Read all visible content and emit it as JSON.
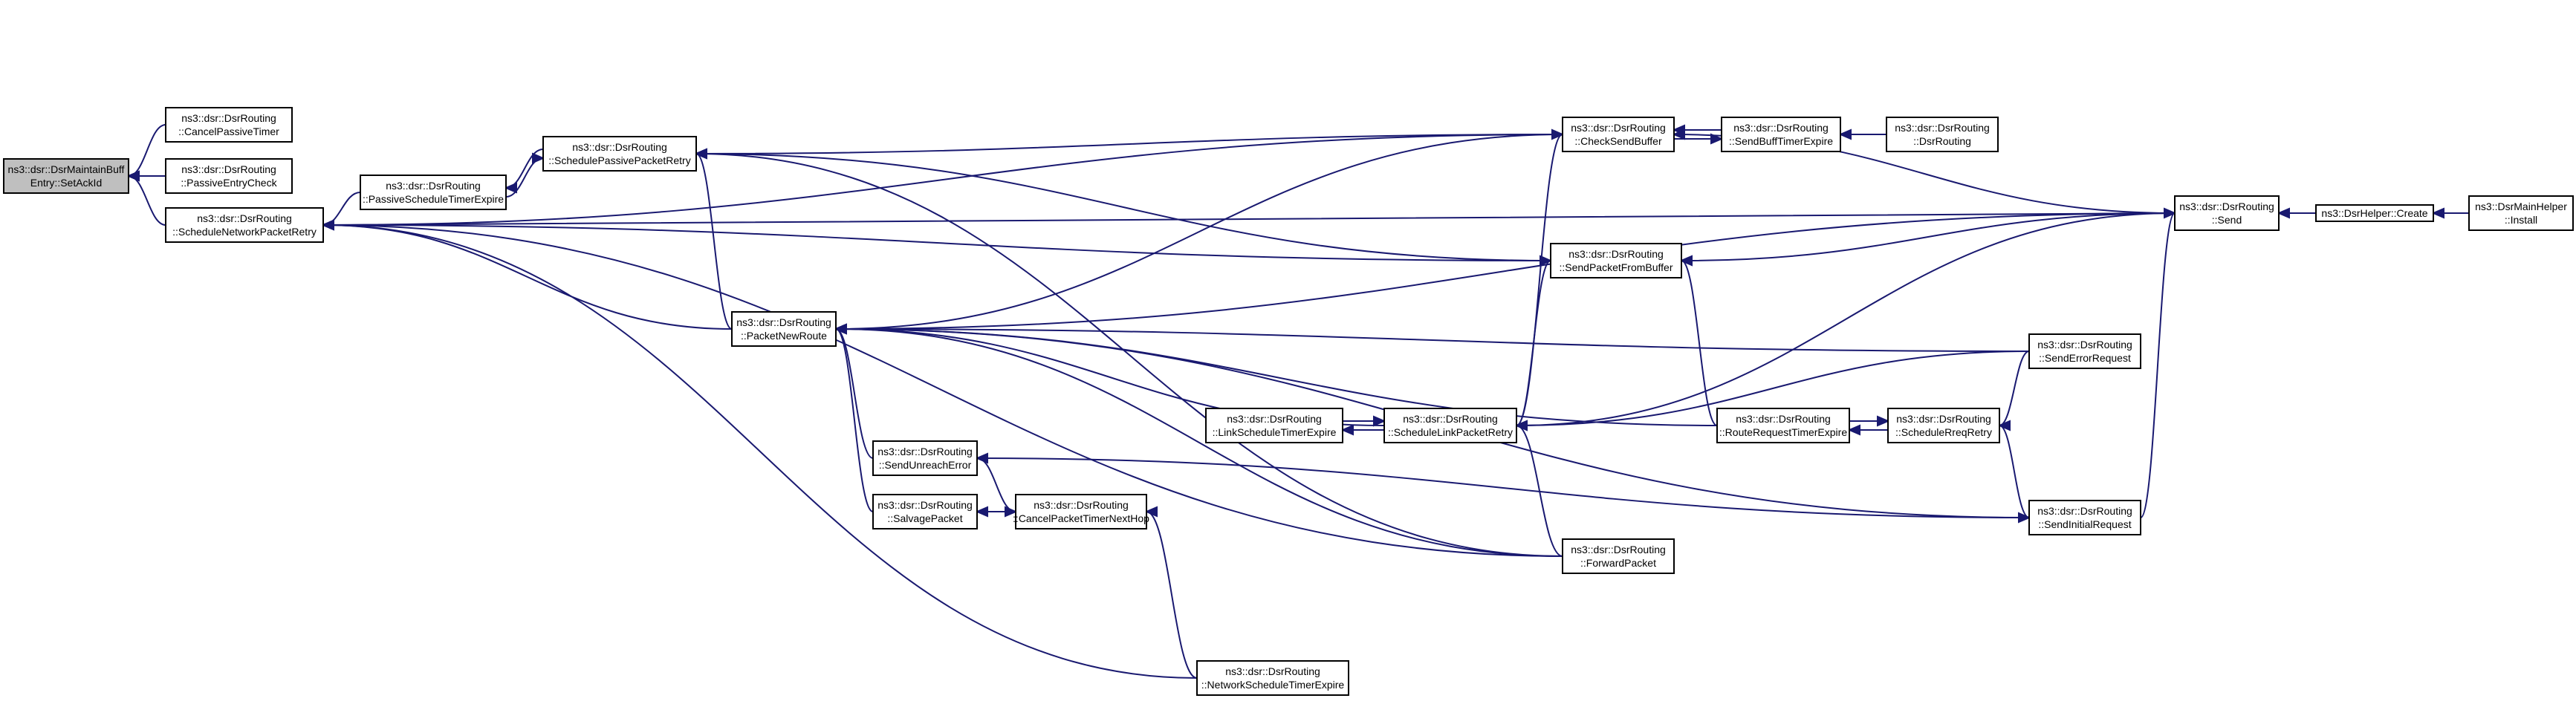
{
  "colors": {
    "edge": "#191970",
    "node_border": "#000000",
    "root_fill": "#bfbfbf",
    "node_fill": "#ffffff"
  },
  "nodes": [
    {
      "id": "setackid",
      "lines": [
        "ns3::dsr::DsrMaintainBuff",
        "Entry::SetAckId"
      ],
      "root": true
    },
    {
      "id": "cancelpassive",
      "lines": [
        "ns3::dsr::DsrRouting",
        "::CancelPassiveTimer"
      ]
    },
    {
      "id": "passiveentry",
      "lines": [
        "ns3::dsr::DsrRouting",
        "::PassiveEntryCheck"
      ]
    },
    {
      "id": "schednet",
      "lines": [
        "ns3::dsr::DsrRouting",
        "::ScheduleNetworkPacketRetry"
      ]
    },
    {
      "id": "passivesched",
      "lines": [
        "ns3::dsr::DsrRouting",
        "::PassiveScheduleTimerExpire"
      ]
    },
    {
      "id": "schedpassive",
      "lines": [
        "ns3::dsr::DsrRouting",
        "::SchedulePassivePacketRetry"
      ]
    },
    {
      "id": "packetnewroute",
      "lines": [
        "ns3::dsr::DsrRouting",
        "::PacketNewRoute"
      ]
    },
    {
      "id": "sendunreach",
      "lines": [
        "ns3::dsr::DsrRouting",
        "::SendUnreachError"
      ]
    },
    {
      "id": "salvage",
      "lines": [
        "ns3::dsr::DsrRouting",
        "::SalvagePacket"
      ]
    },
    {
      "id": "canceltimernext",
      "lines": [
        "ns3::dsr::DsrRouting",
        "::CancelPacketTimerNextHop"
      ]
    },
    {
      "id": "linktimer",
      "lines": [
        "ns3::dsr::DsrRouting",
        "::LinkScheduleTimerExpire"
      ]
    },
    {
      "id": "schedlink",
      "lines": [
        "ns3::dsr::DsrRouting",
        "::ScheduleLinkPacketRetry"
      ]
    },
    {
      "id": "netschedtimer",
      "lines": [
        "ns3::dsr::DsrRouting",
        "::NetworkScheduleTimerExpire"
      ]
    },
    {
      "id": "checksend",
      "lines": [
        "ns3::dsr::DsrRouting",
        "::CheckSendBuffer"
      ]
    },
    {
      "id": "sendbufftimer",
      "lines": [
        "ns3::dsr::DsrRouting",
        "::SendBuffTimerExpire"
      ]
    },
    {
      "id": "dsrrouting",
      "lines": [
        "ns3::dsr::DsrRouting",
        "::DsrRouting"
      ]
    },
    {
      "id": "sendfrombuffer",
      "lines": [
        "ns3::dsr::DsrRouting",
        "::SendPacketFromBuffer"
      ]
    },
    {
      "id": "forward",
      "lines": [
        "ns3::dsr::DsrRouting",
        "::ForwardPacket"
      ]
    },
    {
      "id": "routereqtimer",
      "lines": [
        "ns3::dsr::DsrRouting",
        "::RouteRequestTimerExpire"
      ]
    },
    {
      "id": "schedreq",
      "lines": [
        "ns3::dsr::DsrRouting",
        "::ScheduleRreqRetry"
      ]
    },
    {
      "id": "senderror",
      "lines": [
        "ns3::dsr::DsrRouting",
        "::SendErrorRequest"
      ]
    },
    {
      "id": "sendinitial",
      "lines": [
        "ns3::dsr::DsrRouting",
        "::SendInitialRequest"
      ]
    },
    {
      "id": "send",
      "lines": [
        "ns3::dsr::DsrRouting",
        "::Send"
      ]
    },
    {
      "id": "helpercreate",
      "lines": [
        "ns3::DsrHelper::Create"
      ]
    },
    {
      "id": "mainhelper",
      "lines": [
        "ns3::DsrMainHelper",
        "::Install"
      ]
    }
  ],
  "edges": [
    {
      "from": "cancelpassive",
      "to": "setackid"
    },
    {
      "from": "passiveentry",
      "to": "setackid"
    },
    {
      "from": "schednet",
      "to": "setackid"
    },
    {
      "from": "passivesched",
      "to": "schednet"
    },
    {
      "from": "schedpassive",
      "to": "passivesched"
    },
    {
      "from": "passivesched",
      "to": "schedpassive"
    },
    {
      "from": "packetnewroute",
      "to": "schednet"
    },
    {
      "from": "checksend",
      "to": "schedpassive"
    },
    {
      "from": "sendfrombuffer",
      "to": "schedpassive"
    },
    {
      "from": "sendunreach",
      "to": "packetnewroute"
    },
    {
      "from": "salvage",
      "to": "packetnewroute"
    },
    {
      "from": "canceltimernext",
      "to": "salvage"
    },
    {
      "from": "sendunreach",
      "to": "canceltimernext"
    },
    {
      "from": "linktimer",
      "to": "schedlink"
    },
    {
      "from": "schedlink",
      "to": "linktimer"
    },
    {
      "from": "netschedtimer",
      "to": "schednet"
    },
    {
      "from": "sendbufftimer",
      "to": "checksend"
    },
    {
      "from": "checksend",
      "to": "sendbufftimer"
    },
    {
      "from": "dsrrouting",
      "to": "sendbufftimer"
    },
    {
      "from": "send",
      "to": "sendfrombuffer"
    },
    {
      "from": "senderror",
      "to": "packetnewroute"
    },
    {
      "from": "routereqtimer",
      "to": "schedreq"
    },
    {
      "from": "schedreq",
      "to": "routereqtimer"
    },
    {
      "from": "senderror",
      "to": "schedreq"
    },
    {
      "from": "sendinitial",
      "to": "send"
    },
    {
      "from": "helpercreate",
      "to": "send"
    },
    {
      "from": "mainhelper",
      "to": "helpercreate"
    },
    {
      "from": "forward",
      "to": "schednet"
    },
    {
      "from": "send",
      "to": "schednet"
    },
    {
      "from": "packetnewroute",
      "to": "schedpassive"
    },
    {
      "from": "schedlink",
      "to": "packetnewroute"
    },
    {
      "from": "schedlink",
      "to": "checksend"
    },
    {
      "from": "schedlink",
      "to": "sendfrombuffer"
    },
    {
      "from": "routereqtimer",
      "to": "sendfrombuffer"
    },
    {
      "from": "forward",
      "to": "schedlink"
    },
    {
      "from": "send",
      "to": "schedlink"
    },
    {
      "from": "send",
      "to": "checksend"
    },
    {
      "from": "sendinitial",
      "to": "sendunreach"
    },
    {
      "from": "sendinitial",
      "to": "packetnewroute"
    },
    {
      "from": "checksend",
      "to": "packetnewroute"
    },
    {
      "from": "sendfrombuffer",
      "to": "schednet"
    },
    {
      "from": "schedreq",
      "to": "sendinitial"
    },
    {
      "from": "netschedtimer",
      "to": "canceltimernext"
    },
    {
      "from": "routereqtimer",
      "to": "packetnewroute"
    },
    {
      "from": "send",
      "to": "packetnewroute"
    },
    {
      "from": "checksend",
      "to": "schednet"
    },
    {
      "from": "forward",
      "to": "packetnewroute"
    },
    {
      "from": "forward",
      "to": "schedpassive"
    },
    {
      "from": "senderror",
      "to": "schedlink"
    }
  ]
}
